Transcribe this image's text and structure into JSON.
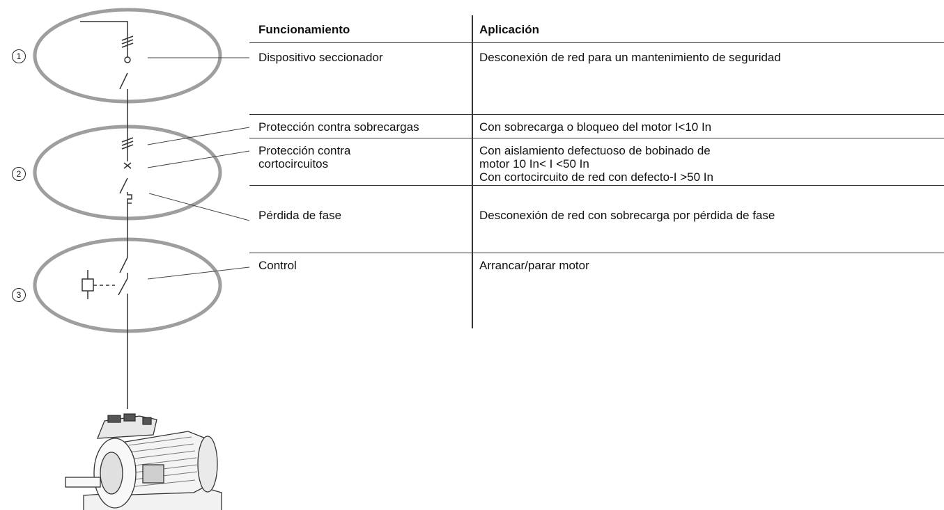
{
  "markers": [
    "1",
    "2",
    "3"
  ],
  "table": {
    "headers": {
      "function": "Funcionamiento",
      "application": "Aplicación"
    },
    "rows": [
      {
        "function": [
          "Dispositivo seccionador"
        ],
        "application": [
          "Desconexión de red para un mantenimiento de seguridad"
        ]
      },
      {
        "function": [
          "Protección contra sobrecargas"
        ],
        "application": [
          "Con sobrecarga o bloqueo del motor I<10 In"
        ]
      },
      {
        "function": [
          "Protección contra",
          "cortocircuitos"
        ],
        "application": [
          "Con aislamiento defectuoso de bobinado de",
          "motor 10 In< I <50 In",
          "Con cortocircuito de red con defecto-I >50 In"
        ]
      },
      {
        "function": [
          "Pérdida de fase"
        ],
        "application": [
          "Desconexión de red con sobrecarga por pérdida de fase"
        ]
      },
      {
        "function": [
          "Control"
        ],
        "application": [
          "Arrancar/parar motor"
        ]
      }
    ]
  }
}
